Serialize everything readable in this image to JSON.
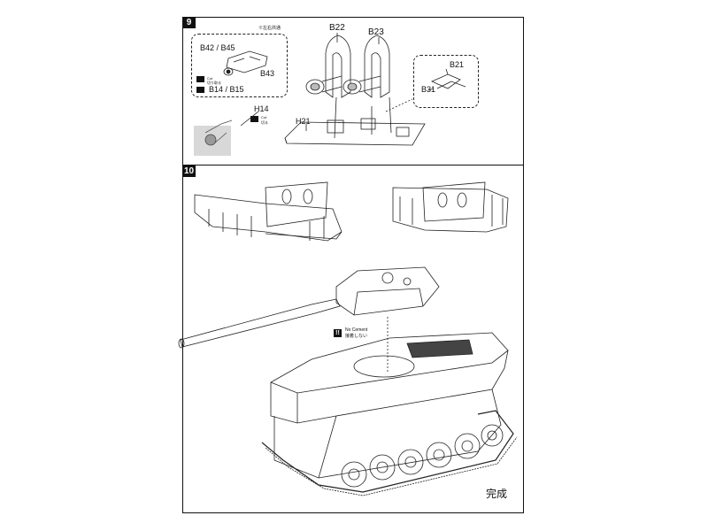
{
  "steps": [
    {
      "number": "9"
    },
    {
      "number": "10"
    }
  ],
  "step9": {
    "note_left_right_common": "※左右共通",
    "part_b22": "B22",
    "part_b23": "B23",
    "part_b42_b45": "B42 / B45",
    "part_b43": "B43",
    "part_b14_b15": "B14 / B15",
    "part_h14": "H14",
    "part_h21": "H21",
    "part_b21": "B21",
    "part_b31": "B31",
    "cut_label_en": "Cut",
    "cut_label_jp": "切り取る",
    "cut_label_en2": "Cut",
    "cut_label_jp2": "切る"
  },
  "step10": {
    "no_cement_en": "No Cement",
    "no_cement_jp": "接着しない",
    "complete_label": "完成"
  }
}
